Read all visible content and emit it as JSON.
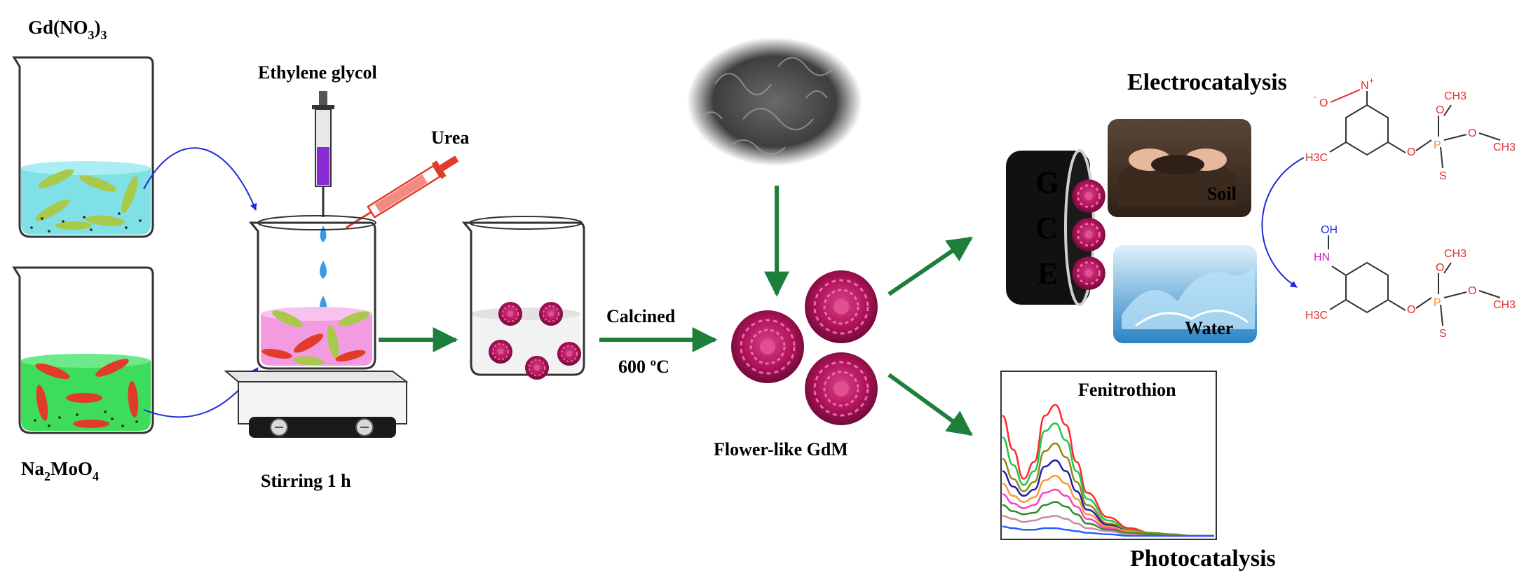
{
  "reagents": {
    "gd_nitrate": {
      "main": "Gd(NO",
      "sub1": "3",
      "close": ")",
      "sub2": "3"
    },
    "sodium_molybdate": {
      "pre": "Na",
      "sub1": "2",
      "mid": "MoO",
      "sub2": "4"
    }
  },
  "labels": {
    "ethylene_glycol": "Ethylene glycol",
    "urea": "Urea",
    "stirring": "Stirring 1 h",
    "calcined": "Calcined",
    "temperature": "600 ºC",
    "product": "Flower-like GdM",
    "electrocatalysis": "Electrocatalysis",
    "photocatalysis": "Photocatalysis",
    "soil": "Soil",
    "water": "Water",
    "fenitrothion": "Fenitrothion"
  },
  "electrode": {
    "letters": [
      "G",
      "C",
      "E"
    ]
  },
  "molecules": {
    "nitro": {
      "n_label": "N",
      "n_charge": "+",
      "o_label": "O",
      "o_charge": "-",
      "ch3_label": "H3C",
      "o1": "O",
      "p": "P",
      "s": "S",
      "o2": "O",
      "me1": "CH3",
      "me2": "CH3"
    },
    "hydroxylamine": {
      "oh": "OH",
      "hn": "HN",
      "ch3_label": "H3C",
      "o1": "O",
      "p": "P",
      "s": "S",
      "o2": "O",
      "me1": "CH3",
      "me2": "CH3"
    }
  },
  "colors": {
    "arrow_green": "#1e7f3c",
    "arrow_blue": "#1f2bd8",
    "flower": "#b0145a",
    "gd_solution": "#7fe0e6",
    "mo_solution": "#3ddc5a",
    "mix_solution": "#f29be0",
    "ellipsoid_green": "#a8c94a",
    "ellipsoid_red": "#e23b2a",
    "electrode_text": "#f2ef10"
  },
  "chart_data": {
    "type": "line",
    "title": "Fenitrothion",
    "xlabel": "",
    "ylabel": "",
    "x": [
      0,
      0.05,
      0.1,
      0.15,
      0.2,
      0.25,
      0.3,
      0.35,
      0.4,
      0.5,
      0.6,
      0.7,
      0.8,
      0.9,
      1.0
    ],
    "series": [
      {
        "color": "#ff2a2a",
        "values": [
          0.78,
          0.56,
          0.37,
          0.48,
          0.78,
          0.85,
          0.72,
          0.48,
          0.28,
          0.12,
          0.05,
          0.02,
          0.01,
          0.0,
          0.0
        ]
      },
      {
        "color": "#23c44a",
        "values": [
          0.64,
          0.46,
          0.33,
          0.42,
          0.68,
          0.73,
          0.62,
          0.42,
          0.24,
          0.1,
          0.04,
          0.02,
          0.01,
          0.0,
          0.0
        ]
      },
      {
        "color": "#8d8a16",
        "values": [
          0.5,
          0.37,
          0.29,
          0.35,
          0.55,
          0.6,
          0.51,
          0.35,
          0.2,
          0.08,
          0.04,
          0.02,
          0.01,
          0.0,
          0.0
        ]
      },
      {
        "color": "#1f1fa8",
        "values": [
          0.42,
          0.32,
          0.26,
          0.3,
          0.45,
          0.49,
          0.42,
          0.29,
          0.17,
          0.07,
          0.03,
          0.01,
          0.0,
          0.0,
          0.0
        ]
      },
      {
        "color": "#f59a3a",
        "values": [
          0.34,
          0.26,
          0.22,
          0.25,
          0.36,
          0.39,
          0.34,
          0.24,
          0.14,
          0.06,
          0.03,
          0.01,
          0.0,
          0.0,
          0.0
        ]
      },
      {
        "color": "#ff3fbf",
        "values": [
          0.27,
          0.21,
          0.18,
          0.2,
          0.28,
          0.3,
          0.26,
          0.19,
          0.11,
          0.05,
          0.02,
          0.01,
          0.0,
          0.0,
          0.0
        ]
      },
      {
        "color": "#2d8d2d",
        "values": [
          0.2,
          0.16,
          0.14,
          0.15,
          0.2,
          0.22,
          0.19,
          0.14,
          0.08,
          0.04,
          0.02,
          0.01,
          0.0,
          0.0,
          0.0
        ]
      },
      {
        "color": "#c98aa0",
        "values": [
          0.13,
          0.11,
          0.09,
          0.1,
          0.12,
          0.13,
          0.11,
          0.08,
          0.05,
          0.03,
          0.01,
          0.0,
          0.0,
          0.0,
          0.0
        ]
      },
      {
        "color": "#2a5fff",
        "values": [
          0.06,
          0.05,
          0.04,
          0.04,
          0.05,
          0.05,
          0.04,
          0.03,
          0.02,
          0.01,
          0.0,
          0.0,
          0.0,
          0.0,
          0.0
        ]
      }
    ],
    "grid": false
  }
}
